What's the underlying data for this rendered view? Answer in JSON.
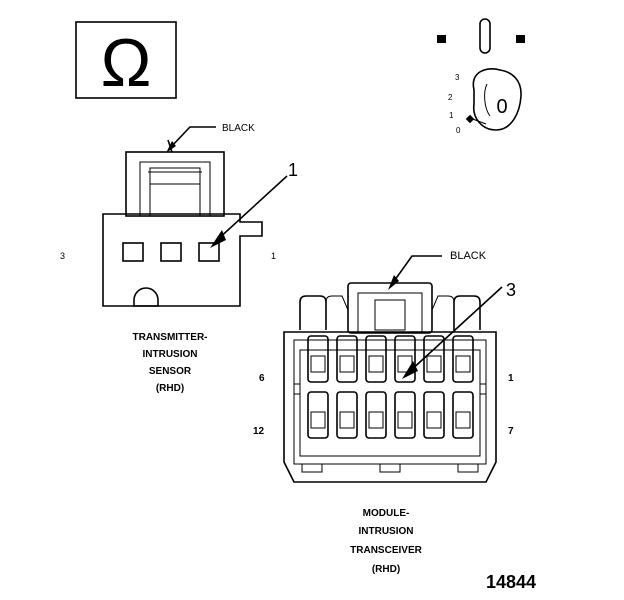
{
  "symbols": {
    "ohm": "Ω",
    "ignition_position_label": "0",
    "ignition_positions": [
      "3",
      "2",
      "1",
      "0"
    ]
  },
  "transmitter": {
    "connector_color": "BLACK",
    "pin_left": "3",
    "pin_right": "1",
    "callout": "1",
    "caption": [
      "TRANSMITTER-",
      "INTRUSION",
      "SENSOR",
      "(RHD)"
    ]
  },
  "transceiver": {
    "connector_color": "BLACK",
    "callout": "3",
    "pin_top_left": "6",
    "pin_top_right": "1",
    "pin_bottom_left": "12",
    "pin_bottom_right": "7",
    "caption": [
      "MODULE-",
      "INTRUSION",
      "TRANSCEIVER",
      "(RHD)"
    ]
  },
  "figure_number": "14844"
}
